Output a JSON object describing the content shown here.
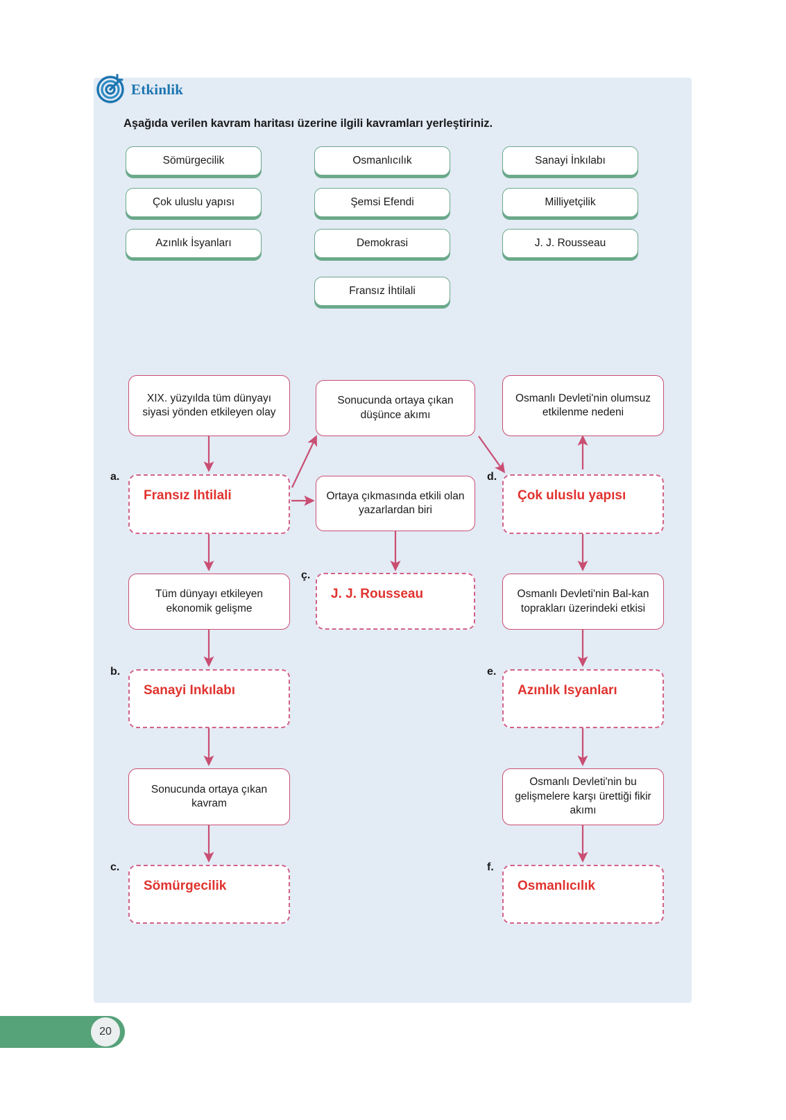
{
  "header": {
    "icon": "target-dart-icon",
    "title": "Etkinlik",
    "accent_color": "#1b75b0"
  },
  "instruction": "Aşağıda verilen kavram haritası üzerine ilgili kavramları yerleştiriniz.",
  "panel": {
    "background_color": "#e3ebf5"
  },
  "word_bank": {
    "chip_border_color": "#6aa98a",
    "items": [
      {
        "label": "Sömürgecilik",
        "col": 0,
        "row": 0
      },
      {
        "label": "Çok uluslu yapısı",
        "col": 0,
        "row": 1
      },
      {
        "label": "Azınlık İsyanları",
        "col": 0,
        "row": 2
      },
      {
        "label": "Osmanlıcılık",
        "col": 1,
        "row": 0
      },
      {
        "label": "Şemsi Efendi",
        "col": 1,
        "row": 1
      },
      {
        "label": "Demokrasi",
        "col": 1,
        "row": 2
      },
      {
        "label": "Fransız İhtilali",
        "col": 1,
        "row": 3
      },
      {
        "label": "Sanayi İnkılabı",
        "col": 2,
        "row": 0
      },
      {
        "label": "Milliyetçilik",
        "col": 2,
        "row": 1
      },
      {
        "label": "J. J. Rousseau",
        "col": 2,
        "row": 2
      }
    ]
  },
  "concept_map": {
    "prompt_border_color": "#c94e72",
    "answer_border_color": "#d1628a",
    "answer_text_color": "#e0332f",
    "arrow_color": "#c94e72",
    "prompts": [
      {
        "id": "p1",
        "text": "XIX. yüzyılda tüm dünyayı siyasi yönden etkileyen olay"
      },
      {
        "id": "p2",
        "text": "Sonucunda ortaya çıkan düşünce akımı"
      },
      {
        "id": "p3",
        "text": "Osmanlı Devleti'nin olumsuz etkilenme nedeni"
      },
      {
        "id": "p4",
        "text": "Ortaya çıkmasında etkili olan yazarlardan biri"
      },
      {
        "id": "p5",
        "text": "Tüm dünyayı etkileyen ekonomik gelişme"
      },
      {
        "id": "p6",
        "text": "Osmanlı Devleti'nin Bal-kan toprakları üzerindeki etkisi"
      },
      {
        "id": "p7",
        "text": "Sonucunda ortaya çıkan kavram"
      },
      {
        "id": "p8",
        "text": "Osmanlı Devleti'nin bu gelişmelere karşı ürettiği fikir akımı"
      }
    ],
    "answers": [
      {
        "letter": "a.",
        "text": "Fransız Ihtilali"
      },
      {
        "letter": "b.",
        "text": "Sanayi Inkılabı"
      },
      {
        "letter": "c.",
        "text": "Sömürgecilik"
      },
      {
        "letter": "ç.",
        "text": "J. J. Rousseau"
      },
      {
        "letter": "d.",
        "text": "Çok uluslu yapısı"
      },
      {
        "letter": "e.",
        "text": "Azınlık Isyanları"
      },
      {
        "letter": "f.",
        "text": "Osmanlıcılık"
      }
    ]
  },
  "footer": {
    "page_number": "20",
    "bar_color": "#56a279"
  }
}
